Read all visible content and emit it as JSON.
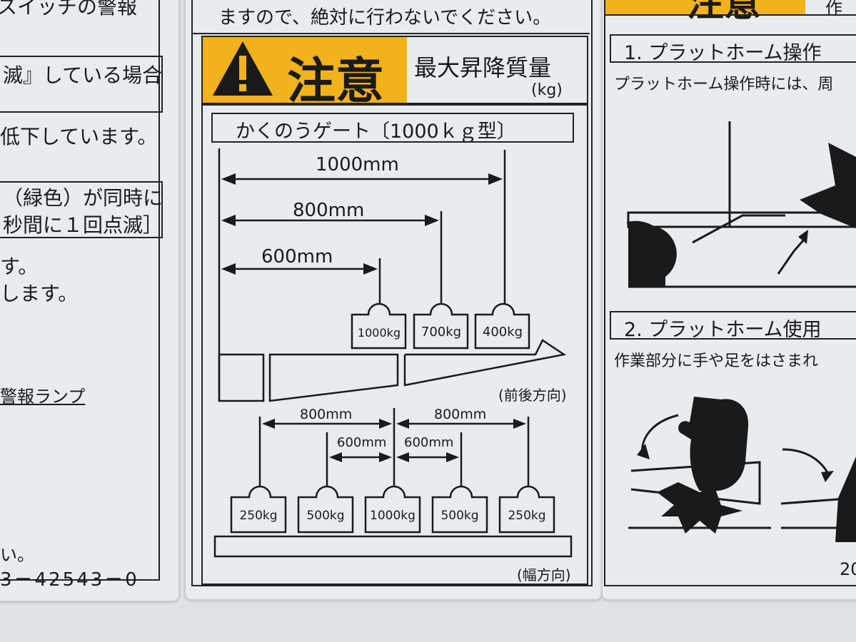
{
  "left_label": {
    "top_heading": "スイッチの警報",
    "boxed_line1": "滅』している場合",
    "line_low": "低下しています。",
    "boxed_line2a": "（緑色）が同時に",
    "boxed_line2b": "秒間に１回点滅］",
    "line_su": "す。",
    "line_shimasu": "します。",
    "lamp_label": "警報ランプ",
    "line_i": "い。",
    "part_number": "3－42543－0"
  },
  "center_label": {
    "top_line": "ますので、絶対に行わないでください。",
    "caution_word": "注意",
    "caution_title": "最大昇降質量",
    "caution_unit": "(kg)",
    "gate_title": "かくのうゲート〔1000ｋｇ型〕",
    "front_rear": {
      "dims": [
        "1000mm",
        "800mm",
        "600mm"
      ],
      "weights": [
        "1000kg",
        "700kg",
        "400kg"
      ],
      "direction": "(前後方向)"
    },
    "width": {
      "dims_outer": [
        "800mm",
        "800mm"
      ],
      "dims_inner": [
        "600mm",
        "600mm"
      ],
      "weights": [
        "250kg",
        "500kg",
        "1000kg",
        "500kg",
        "250kg"
      ],
      "direction": "(幅方向)"
    }
  },
  "right_label": {
    "caution_fragment": "注意",
    "top_right": "作",
    "section1_title": "1. プラットホーム操作",
    "section1_text": "プラットホーム操作時には、周",
    "section2_title": "2. プラットホーム使用",
    "section2_text": "作業部分に手や足をはさまれ",
    "bottom_code": "20"
  },
  "colors": {
    "warning_yellow": "#f2b21b",
    "ink": "#1a1a1a",
    "sticker_bg": "#e9ecef"
  },
  "icons": [
    "warning-triangle-icon",
    "hand-pinch-icon",
    "crush-burst-icon",
    "curved-arrow-icon"
  ]
}
